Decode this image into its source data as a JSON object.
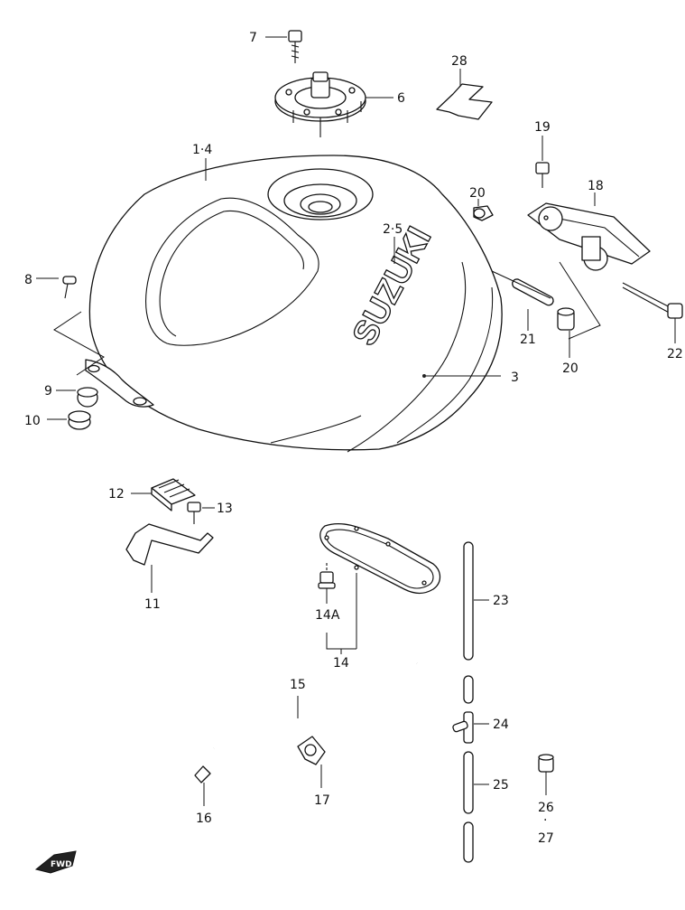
{
  "diagram": {
    "brand_text": "SUZUKI",
    "fwd_label": "FWD",
    "callouts": {
      "c1_4": "1·4",
      "c2_5": "2·5",
      "c3": "3",
      "c6": "6",
      "c7": "7",
      "c8": "8",
      "c9": "9",
      "c10": "10",
      "c11": "11",
      "c12": "12",
      "c13": "13",
      "c14": "14",
      "c14A": "14A",
      "c15": "15",
      "c16": "16",
      "c17": "17",
      "c18": "18",
      "c19": "19",
      "c20a": "20",
      "c20b": "20",
      "c21": "21",
      "c22": "22",
      "c23": "23",
      "c24": "24",
      "c25": "25",
      "c26": "26",
      "c27_dot": "·",
      "c27": "27",
      "c28": "28"
    }
  }
}
